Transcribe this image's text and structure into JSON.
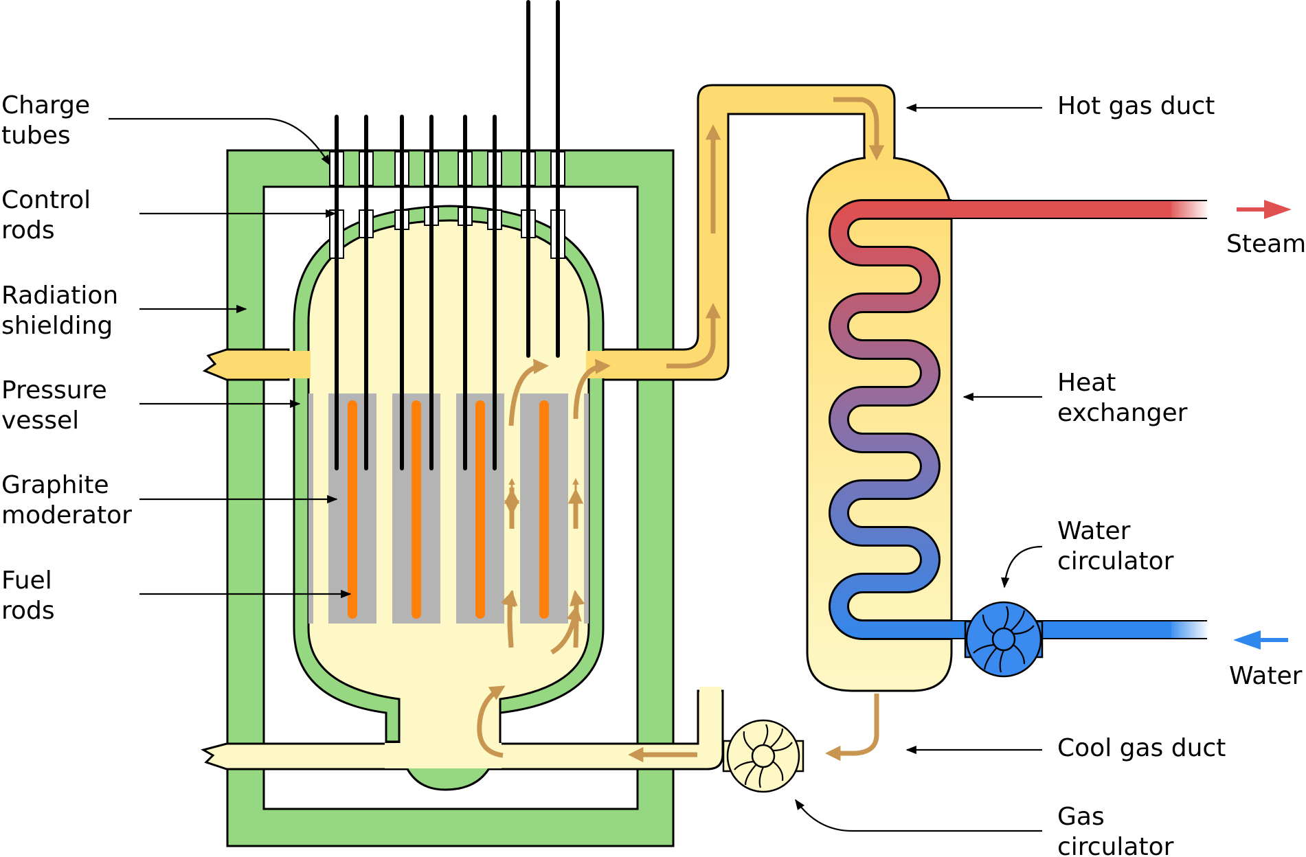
{
  "labels": {
    "charge_tubes": [
      "Charge",
      "tubes"
    ],
    "control_rods": [
      "Control",
      "rods"
    ],
    "radiation_shielding": [
      "Radiation",
      "shielding"
    ],
    "pressure_vessel": [
      "Pressure",
      "vessel"
    ],
    "graphite_moderator": [
      "Graphite",
      "moderator"
    ],
    "fuel_rods": [
      "Fuel",
      "rods"
    ],
    "hot_gas_duct": "Hot gas duct",
    "heat_exchanger": [
      "Heat",
      "exchanger"
    ],
    "water_circulator": [
      "Water",
      "circulator"
    ],
    "cool_gas_duct": "Cool gas duct",
    "gas_circulator": [
      "Gas",
      "circulator"
    ],
    "steam": "Steam",
    "water": "Water"
  },
  "colors": {
    "shielding": "#96d882",
    "hot_gas": "#fedb70",
    "cool_gas": "#fef8c6",
    "graphite": "#b4b4b4",
    "fuel": "#fe7f0a",
    "control_rod": "#000000",
    "flow_arrow": "#c89650",
    "steam": "#e05050",
    "water": "#3088ee",
    "water_circulator": "#3a8af0",
    "gas_circulator": "#fef8c6"
  }
}
